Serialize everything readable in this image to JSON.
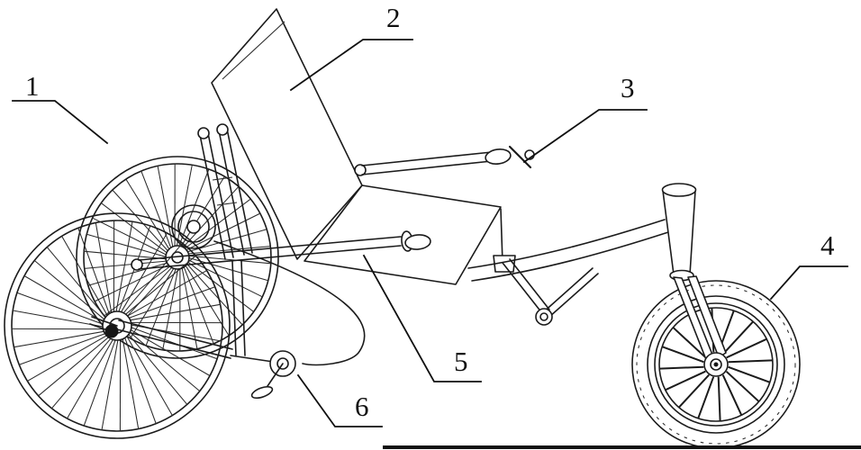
{
  "diagram": {
    "type": "patent-style line drawing",
    "subject": "recumbent hand-crank tricycle",
    "ink_color": "#1b1b1b",
    "background_color": "#ffffff",
    "labels": [
      {
        "text": "1",
        "target": "left-rear-wheel"
      },
      {
        "text": "2",
        "target": "seat-backrest"
      },
      {
        "text": "3",
        "target": "steering-handle"
      },
      {
        "text": "4",
        "target": "front-wheel"
      },
      {
        "text": "5",
        "target": "drive-rod"
      },
      {
        "text": "6",
        "target": "pedal-crank"
      }
    ]
  }
}
